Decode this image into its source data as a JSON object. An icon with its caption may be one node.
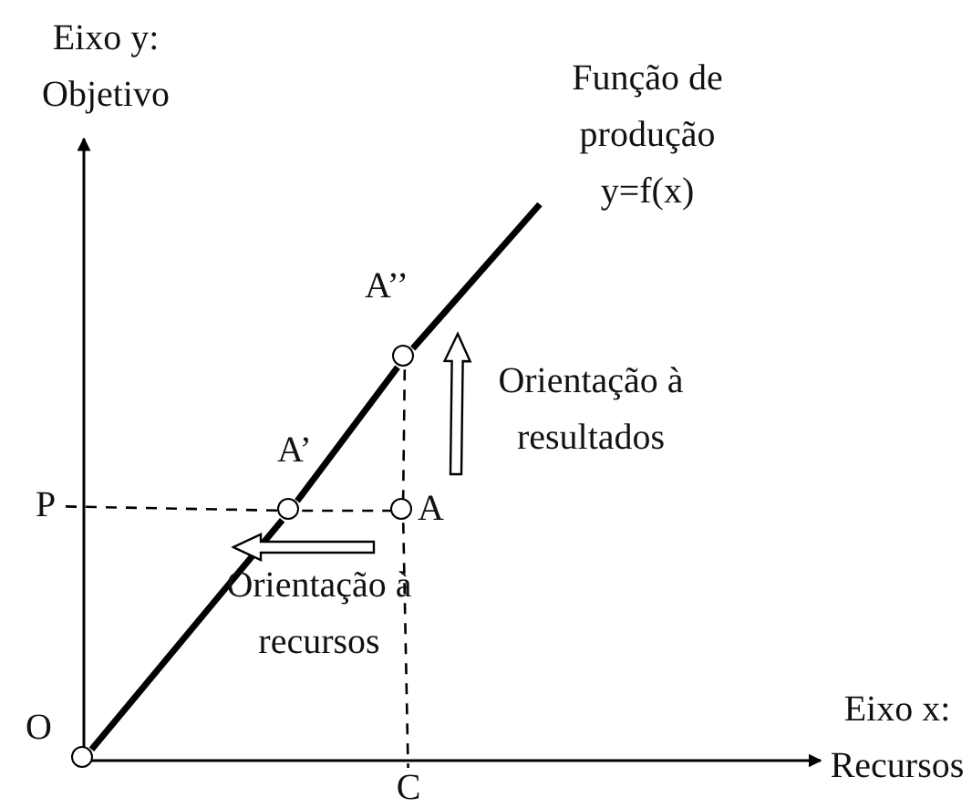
{
  "diagram": {
    "nodes": [
      {
        "text": [],
        "shape": "circle",
        "beside": [
          "O"
        ]
      },
      {
        "text": [
          "P"
        ]
      },
      {
        "text": [],
        "shape": "circle",
        "beside": [
          "A’"
        ]
      },
      {
        "text": [],
        "shape": "circle",
        "beside": [
          "A’’"
        ]
      },
      {
        "text": [],
        "shape": "circle",
        "beside": [
          "A"
        ]
      },
      {
        "text": [
          "C"
        ]
      }
    ],
    "edges": [
      {
        "from": 0,
        "to": 2,
        "arrow": "none",
        "style": "thick"
      },
      {
        "from": 2,
        "to": 3,
        "arrow": "none",
        "style": "thick"
      },
      {
        "from": 1,
        "to": 2,
        "arrow": "none",
        "style": "dashed"
      },
      {
        "from": 2,
        "to": 4,
        "arrow": "none",
        "style": "dashed"
      },
      {
        "from": 3,
        "to": 4,
        "arrow": "none",
        "style": "dashed"
      },
      {
        "from": 4,
        "to": 5,
        "arrow": "none",
        "style": "dashed"
      },
      {
        "from": 4,
        "to": 3,
        "arrow": "to",
        "label": "Orientação à resultados"
      },
      {
        "from": 4,
        "to": 2,
        "arrow": "to",
        "label": "Orientação à recursos"
      }
    ],
    "labels": [
      "Eixo y: Objetivo",
      "Função de produção y=f(x)",
      "Eixo x: Recursos"
    ]
  }
}
